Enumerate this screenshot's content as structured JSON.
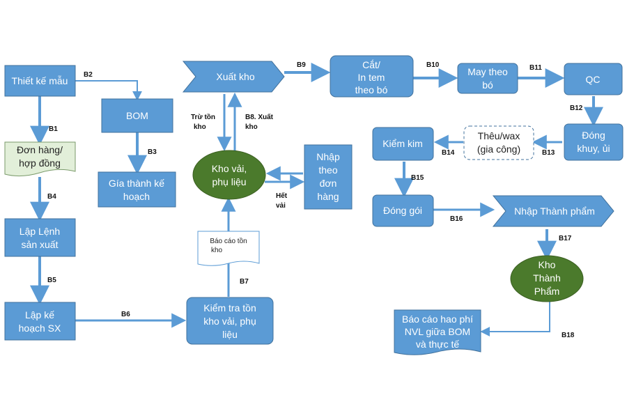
{
  "colors": {
    "box": "#5b9bd5",
    "box_edge": "#41719c",
    "arrow": "#5b9bd5",
    "ellipse": "#4b7a2c",
    "ellipse_edge": "#3a5e20",
    "doc_green": "#e2efd9"
  },
  "nodes": {
    "thiet_ke_mau": "Thiết kế mẫu",
    "bom": "BOM",
    "don_hang": [
      "Đơn hàng/",
      "hợp đồng"
    ],
    "gia_thanh": [
      "Gía thành kế",
      "hoạch"
    ],
    "lap_lenh": [
      "Lập Lệnh",
      "sản xuất"
    ],
    "lap_ke_hoach": [
      "Lập kế",
      "hoạch SX"
    ],
    "xuat_kho": "Xuất  kho",
    "kho_vai": [
      "Kho vải,",
      "phụ liệu"
    ],
    "nhap_theo": [
      "Nhập",
      "theo",
      "đơn",
      "hàng"
    ],
    "bao_cao_ton": [
      "Báo cáo tồn",
      "kho"
    ],
    "kiem_tra_ton": [
      "Kiểm tra tồn",
      "kho vải, phụ",
      "liệu"
    ],
    "cat_in_tem": [
      "Cắt/",
      "In tem",
      "theo bó"
    ],
    "may_theo_bo": [
      "May theo",
      "bó"
    ],
    "qc": "QC",
    "dong_khuy": [
      "Đóng",
      "khuy, ủi"
    ],
    "theu_wax": [
      "Thêu/wax",
      "(gia công)"
    ],
    "kiem_kim": "Kiểm kim",
    "dong_goi": "Đóng gói",
    "nhap_thanh_pham": "Nhập Thành phẩm",
    "kho_thanh_pham": [
      "Kho",
      "Thành",
      "Phẩm"
    ],
    "bao_cao_hao_phi": [
      "Báo cáo hao phí",
      "NVL giữa BOM",
      "và thực tế"
    ]
  },
  "edges": {
    "b1": "B1",
    "b2": "B2",
    "b3": "B3",
    "b4": "B4",
    "b5": "B5",
    "b6": "B6",
    "b7": "B7",
    "b8": [
      "B8. Xuất",
      "kho"
    ],
    "tru_ton": [
      "Trừ tồn",
      "kho"
    ],
    "het_vai": [
      "Hết",
      "vải"
    ],
    "b9": "B9",
    "b10": "B10",
    "b11": "B11",
    "b12": "B12",
    "b13": "B13",
    "b14": "B14",
    "b15": "B15",
    "b16": "B16",
    "b17": "B17",
    "b18": "B18"
  }
}
